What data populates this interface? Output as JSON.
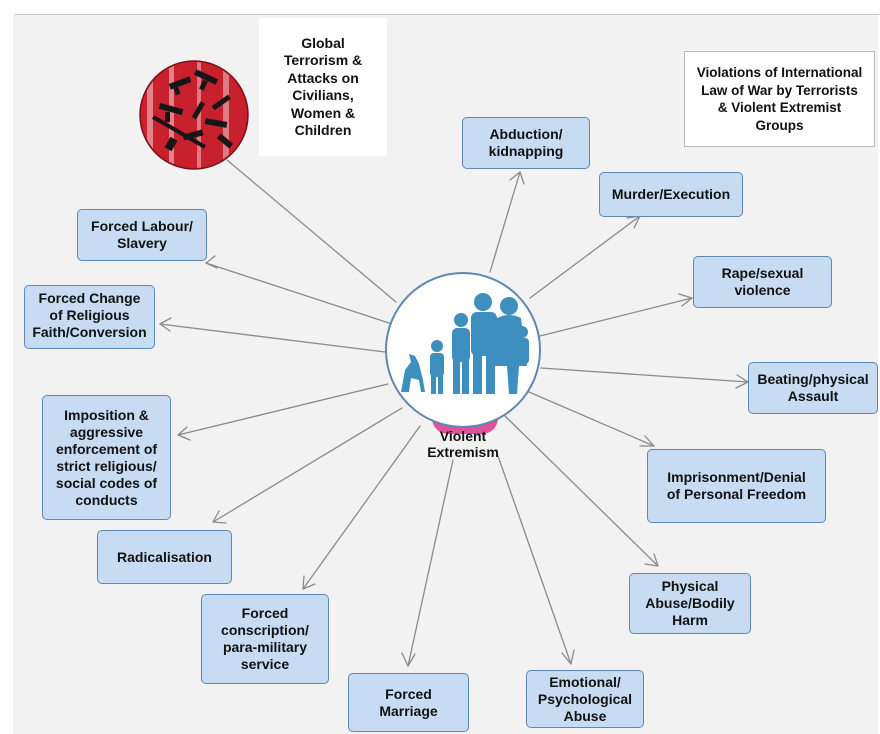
{
  "title_box": "Global\nTerrorism &\nAttacks on\nCivilians,\nWomen &\nChildren",
  "legend_box": "Violations of International\nLaw of War by Terrorists\n& Violent Extremist\nGroups",
  "hub": {
    "label": "Violent\nExtremism",
    "image": "family-silhouette-icon",
    "accent_color": "#e2519b",
    "figure_color": "#3d8fbf"
  },
  "weapons_image": "weapons-montage-icon",
  "colors": {
    "box_fill": "#c7dcf3",
    "box_border": "#5d87b4",
    "arrow": "#8a8a8a",
    "weapons_red": "#c8202c"
  },
  "violations": {
    "abduction": "Abduction/\nkidnapping",
    "murder": "Murder/Execution",
    "rape": "Rape/sexual\nviolence",
    "beating": "Beating/physical\nAssault",
    "imprisonment": "Imprisonment/Denial\nof Personal Freedom",
    "physical_abuse": "Physical\nAbuse/Bodily\nHarm",
    "emotional": "Emotional/\nPsychological\nAbuse",
    "forced_marriage": "Forced\nMarriage",
    "conscription": "Forced\nconscription/\npara-military\nservice",
    "radicalisation": "Radicalisation",
    "imposition": "Imposition &\naggressive\nenforcement of\nstrict religious/\nsocial codes of\nconducts",
    "conversion": "Forced Change\nof Religious\nFaith/Conversion",
    "labour": "Forced Labour/\nSlavery"
  }
}
